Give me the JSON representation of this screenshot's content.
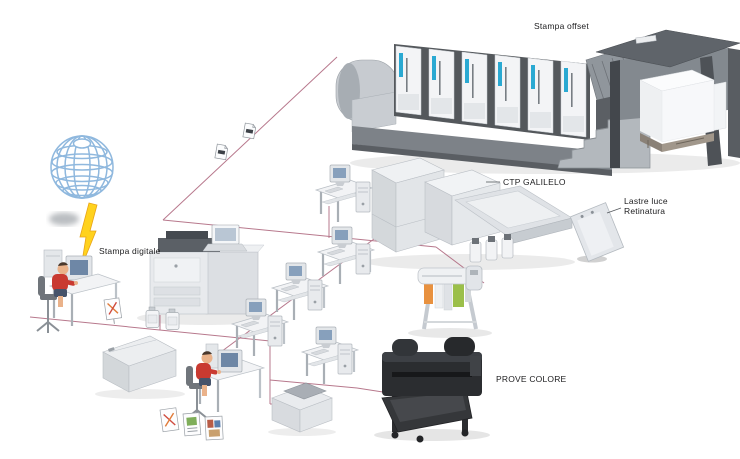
{
  "labels": {
    "stampa_offset": "Stampa offset",
    "ctp_galileo": "CTP GALILELO",
    "lastre_luce": "Lastre luce",
    "retinatura": "Retinatura",
    "stampa_digitale": "Stampa digitale",
    "prove_colore": "PROVE COLORE"
  },
  "icons": {
    "globe": "internet-globe-icon",
    "lightning": "lightning-bolt-icon",
    "file_on_line": "file-transfer-icon",
    "toner": "toner-cartridge-icon",
    "sample_card": "print-sample-icon"
  },
  "colors": {
    "background": "#ffffff",
    "network_line": "#b06a80",
    "globe_stroke": "#8fb8de",
    "lightning_fill": "#ffd21e",
    "label_text": "#1d1d1f",
    "tower_accent": "#2aa9d2",
    "proof_printer_body": "#2b2d30",
    "print_orange": "#e8913f",
    "print_green": "#9bbf4a",
    "operator_shirt": "#c93a31"
  },
  "equipment": [
    {
      "id": "offset-press",
      "label": "Stampa offset"
    },
    {
      "id": "ctp-platesetter",
      "label": "CTP GALILELO"
    },
    {
      "id": "printing-plates",
      "label": "Lastre luce / Retinatura"
    },
    {
      "id": "digital-press",
      "label": "Stampa digitale"
    },
    {
      "id": "proof-plotter",
      "label": "PROVE COLORE"
    }
  ]
}
